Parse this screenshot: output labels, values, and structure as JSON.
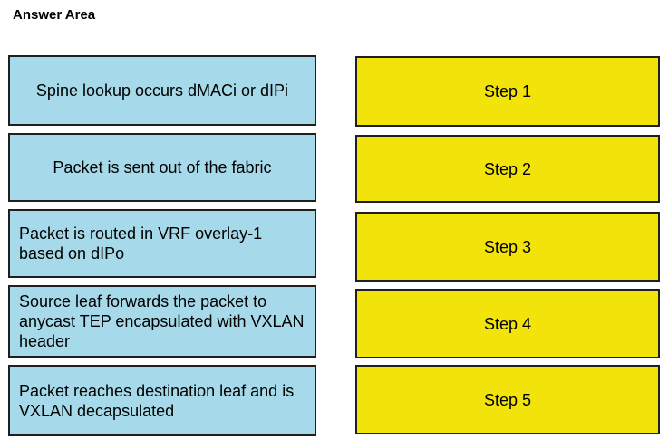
{
  "title": "Answer Area",
  "colors": {
    "statement_fill": "#a6d9e9",
    "step_fill": "#f2e40b",
    "card_border": "#1f1f1f",
    "text": "#000000"
  },
  "statements": [
    "Spine lookup occurs dMACi or dIPi",
    "Packet is sent out of the fabric",
    "Packet is routed in VRF overlay-1 based on dIPo",
    "Source leaf forwards the packet to anycast TEP encapsulated with VXLAN header",
    "Packet reaches destination leaf and is VXLAN decapsulated"
  ],
  "steps": [
    "Step 1",
    "Step 2",
    "Step 3",
    "Step 4",
    "Step 5"
  ]
}
